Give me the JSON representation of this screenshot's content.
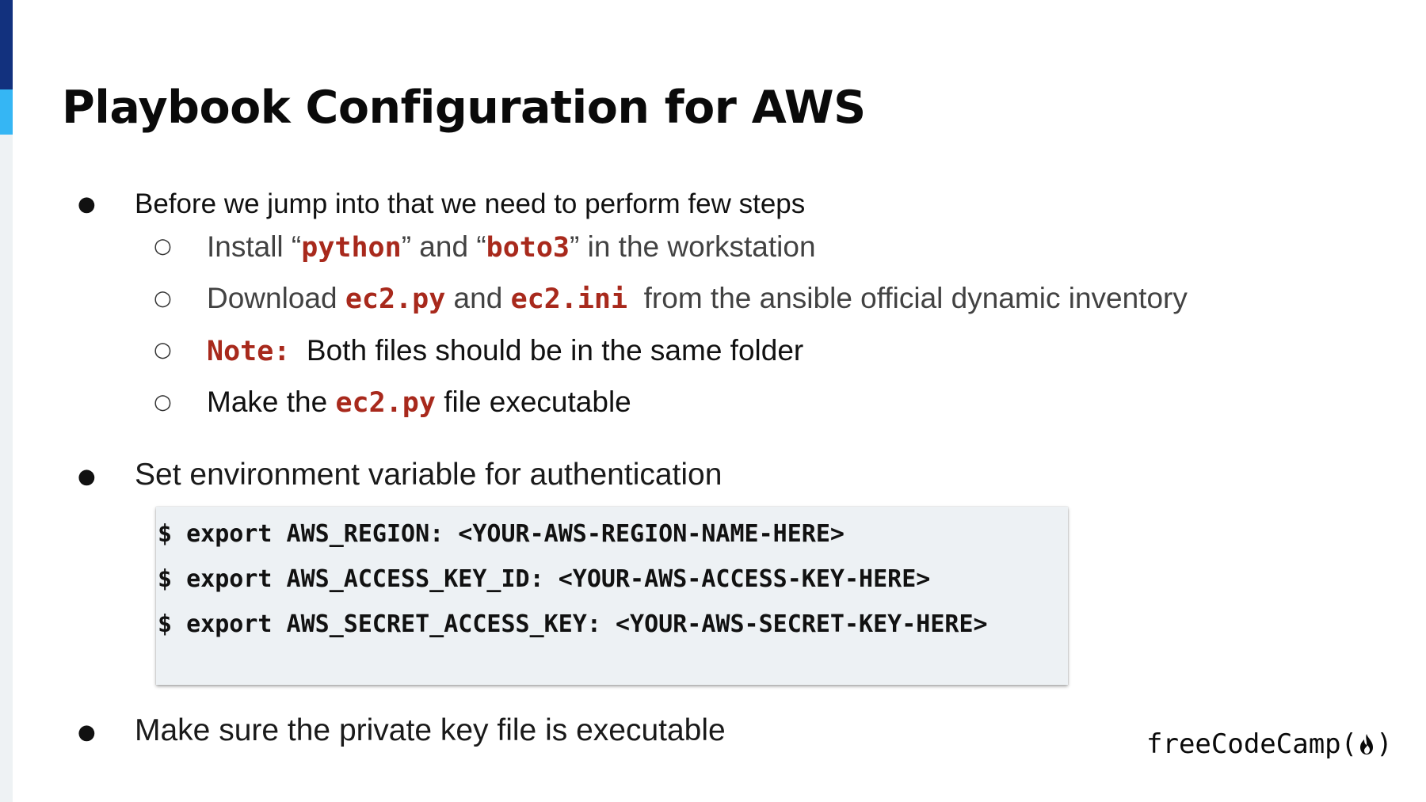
{
  "slide": {
    "title": "Playbook Configuration for AWS",
    "colors": {
      "accent_dark": "#12317e",
      "accent_light": "#35b6f4",
      "code_red": "#a8291c",
      "code_bg": "#edf1f4"
    },
    "bullet_glyph": "●",
    "sub_bullet_glyph": "○",
    "bullets": [
      {
        "text": "Before we jump into that we need to perform few steps",
        "sub_items": [
          {
            "t1": "Install “",
            "c1": "python",
            "t2": "” and “",
            "c2": "boto3",
            "t3": "” in the workstation"
          },
          {
            "t1": "Download ",
            "c1": "ec2.py",
            "t2": " and ",
            "c2": "ec2.ini",
            "t3": "  from the ansible official dynamic inventory"
          },
          {
            "c1": "Note:",
            "t2": "  Both files should be in the same folder"
          },
          {
            "t1": "Make the ",
            "c1": "ec2.py",
            "t2": " file executable"
          }
        ]
      },
      {
        "text": "Set environment variable for authentication",
        "code_lines": [
          "$ export AWS_REGION: <YOUR-AWS-REGION-NAME-HERE>",
          "$ export AWS_ACCESS_KEY_ID: <YOUR-AWS-ACCESS-KEY-HERE>",
          "$ export AWS_SECRET_ACCESS_KEY: <YOUR-AWS-SECRET-KEY-HERE>"
        ]
      },
      {
        "text": "Make sure the private key file is executable"
      }
    ]
  },
  "logo": {
    "text": "freeCodeCamp",
    "open": "(",
    "close": ")",
    "icon": "fire-icon"
  }
}
